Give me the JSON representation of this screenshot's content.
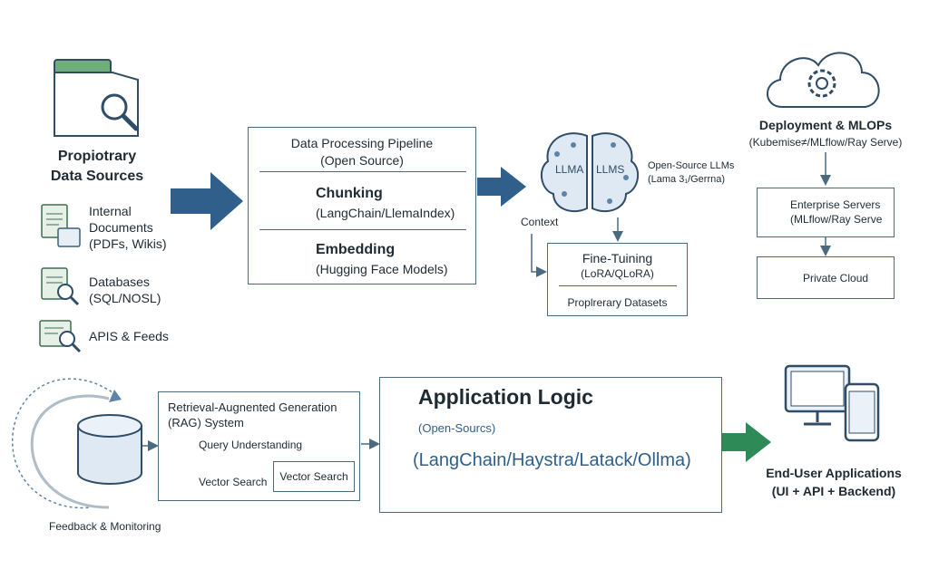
{
  "colors": {
    "line": "#4a6a80",
    "arrow_blue": "#2f5f8a",
    "arrow_green": "#2e8b57",
    "icon_green": "#5d9a6a",
    "icon_blue": "#5d84a8",
    "text_dark": "#1f2a33"
  },
  "sources": {
    "title_1": "Propiotrary",
    "title_2": "Data Sources",
    "items": [
      {
        "line1": "Internal",
        "line2": "Documents",
        "line3": "(PDFs, Wikis)",
        "icon": "document-icon"
      },
      {
        "line1": "Databases",
        "line2": "(SQL/NOSL)",
        "line3": "",
        "icon": "database-search-icon"
      },
      {
        "line1": "APIS & Feeds",
        "line2": "",
        "line3": "",
        "icon": "api-feed-icon"
      }
    ]
  },
  "pipeline": {
    "title_1": "Data Processing Pipeline",
    "title_2": "(Open Source)",
    "chunking_title": "Chunking",
    "chunking_sub": "(LangChain/LlemaIndex)",
    "embedding_title": "Embedding",
    "embedding_sub": "(Hugging Face Models)"
  },
  "llm": {
    "brain_left": "LLMA",
    "brain_right": "LLMS",
    "side_1": "Open-Source LLMs",
    "side_2": "(Lama 3₁/Gerrna)",
    "context": "Context"
  },
  "finetune": {
    "title": "Fine-Tuining",
    "sub": "(LoRA/QLoRA)",
    "data": "Proplrerary Datasets"
  },
  "deploy": {
    "title": "Deployment & MLOPs",
    "sub": "(Kubemise≠/MLflow/Ray Serve)",
    "enterprise_1": "Enterprise Servers",
    "enterprise_2": "(MLflow/Ray Serve",
    "private": "Private Cloud"
  },
  "rag": {
    "title_1": "Retrieval-Augnented Generation",
    "title_2": "(RAG) System",
    "query": "Query Understanding",
    "vector_left": "Vector Search",
    "vector_right": "Vector Search"
  },
  "feedback": "Feedback & Monitoring",
  "applogic": {
    "title": "Application Logic",
    "sub": "(Open-Sourcs)",
    "tools": "(LangChain/Haystra/Latack/Ollma)"
  },
  "enduser": {
    "title": "End-User Applications",
    "sub": "(UI + API + Backend)"
  }
}
